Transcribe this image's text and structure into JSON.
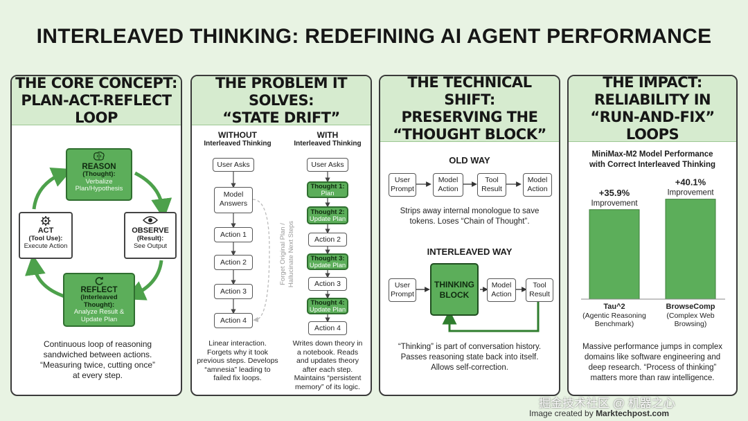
{
  "title": "INTERLEAVED THINKING: REDEFINING AI AGENT PERFORMANCE",
  "colors": {
    "accent_green": "#5cae5a",
    "header_bg": "#d6ebcf",
    "page_bg": "#e8f3e3"
  },
  "panel1": {
    "head1": "THE CORE CONCEPT:",
    "head2": "PLAN-ACT-REFLECT LOOP",
    "reason": {
      "title": "REASON",
      "sub": "(Thought):",
      "desc1": "Verbalize",
      "desc2": "Plan/Hypothesis",
      "icon": "brain-icon"
    },
    "observe": {
      "title": "OBSERVE",
      "sub": "(Result):",
      "desc": "See Output",
      "icon": "eye-icon"
    },
    "act": {
      "title": "ACT",
      "sub": "(Tool Use):",
      "desc": "Execute Action",
      "icon": "gear-icon"
    },
    "reflect": {
      "title": "REFLECT",
      "sub": "(Interleaved Thought):",
      "desc1": "Analyze Result &",
      "desc2": "Update Plan",
      "icon": "refresh-icon"
    },
    "caption": [
      "Continuous loop of reasoning",
      "sandwiched between actions.",
      "“Measuring twice, cutting once”",
      "at every step."
    ]
  },
  "panel2": {
    "head1": "THE PROBLEM IT SOLVES:",
    "head2": "“STATE DRIFT”",
    "without_title": "WITHOUT",
    "without_sub": "Interleaved Thinking",
    "with_title": "WITH",
    "with_sub": "Interleaved Thinking",
    "without_steps": [
      "User Asks",
      "Model Answers",
      "Action 1",
      "Action 2",
      "Action 3",
      "Action 4"
    ],
    "drift_label1": "Forget Original Plan /",
    "drift_label2": "Hallucinate Next Steps",
    "with_steps": [
      {
        "main": "User Asks",
        "sub": "",
        "green": false
      },
      {
        "main": "Thought 1:",
        "sub": "Plan",
        "green": true
      },
      {
        "main": "Thought 2:",
        "sub": "Update Plan",
        "green": true
      },
      {
        "main": "Action 2",
        "sub": "",
        "green": false
      },
      {
        "main": "Thought 3:",
        "sub": "Update Plan",
        "green": true
      },
      {
        "main": "Action 3",
        "sub": "",
        "green": false
      },
      {
        "main": "Thought 4:",
        "sub": "Update Plan",
        "green": true
      },
      {
        "main": "Action 4",
        "sub": "",
        "green": false
      }
    ],
    "caption_left": [
      "Linear interaction.",
      "Forgets why it took",
      "previous steps. Develops",
      "“amnesia” leading to",
      "failed fix loops."
    ],
    "caption_right": [
      "Writes down theory in",
      "a notebook. Reads",
      "and updates theory",
      "after each step.",
      "Maintains “persistent",
      "memory” of its logic."
    ]
  },
  "panel3": {
    "head1": "THE TECHNICAL SHIFT:",
    "head2": "PRESERVING THE",
    "head3": "“THOUGHT BLOCK”",
    "old_way": "OLD WAY",
    "old_boxes": [
      "User Prompt",
      "Model Action",
      "Tool Result",
      "Model Action"
    ],
    "old_caption": [
      "Strips away internal monologue to save",
      "tokens. Loses “Chain of Thought”."
    ],
    "new_way": "INTERLEAVED WAY",
    "new_user": "User Prompt",
    "thinking1": "THINKING",
    "thinking2": "BLOCK",
    "new_model": "Model Action",
    "new_tool": "Tool Result",
    "caption": [
      "“Thinking” is part of conversation history.",
      "Passes reasoning state back into itself.",
      "Allows self-correction."
    ]
  },
  "panel4": {
    "head1": "THE IMPACT:",
    "head2": "RELIABILITY IN",
    "head3": "“RUN-AND-FIX” LOOPS",
    "chart_title1": "MiniMax-M2 Model Performance",
    "chart_title2": "with Correct Interleaved Thinking",
    "caption": [
      "Massive performance jumps in complex",
      "domains like software engineering and",
      "deep research. “Process of thinking”",
      "matters more than raw intelligence."
    ]
  },
  "chart_data": {
    "type": "bar",
    "title": "MiniMax-M2 Model Performance with Correct Interleaved Thinking",
    "categories": [
      "Tau^2",
      "BrowseComp"
    ],
    "category_subs": [
      [
        "(Agentic Reasoning",
        "Benchmark)"
      ],
      [
        "(Complex Web",
        "Browsing)"
      ]
    ],
    "values": [
      35.9,
      40.1
    ],
    "value_labels": [
      "+35.9%",
      "+40.1%"
    ],
    "value_sub": "Improvement",
    "ylim": [
      0,
      50
    ]
  },
  "watermark": "掘金技术社区 @ 机器之心",
  "credit_prefix": "Image created by ",
  "credit_site": "Marktechpost.com"
}
